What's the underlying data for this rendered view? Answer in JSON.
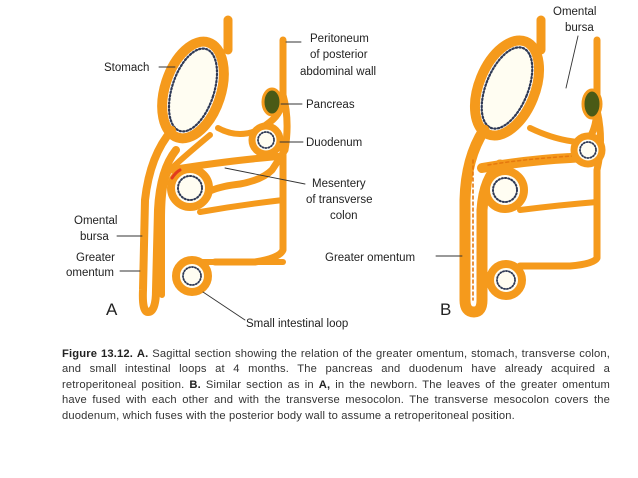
{
  "labels_a": {
    "stomach": "Stomach",
    "peritoneum_1": "Peritoneum",
    "peritoneum_2": "of posterior",
    "peritoneum_3": "abdominal wall",
    "pancreas": "Pancreas",
    "duodenum": "Duodenum",
    "mesentery_1": "Mesentery",
    "mesentery_2": "of transverse",
    "mesentery_3": "colon",
    "omental_bursa_1": "Omental",
    "omental_bursa_2": "bursa",
    "greater_omentum_1": "Greater",
    "greater_omentum_2": "omentum",
    "small_intestinal_loop": "Small intestinal loop",
    "panel": "A"
  },
  "labels_b": {
    "omental_bursa_1": "Omental",
    "omental_bursa_2": "bursa",
    "greater_omentum": "Greater omentum",
    "panel": "B"
  },
  "caption": {
    "figure_label": "Figure 13.12.",
    "a_label": "A.",
    "a_text": "Sagittal section showing the relation of the greater omentum, stomach, transverse colon, and small intestinal loops at 4 months. The pancreas and duodenum have already acquired a retroperitoneal position.",
    "b_label": "B.",
    "b_text": "Similar section as in",
    "b_ref": "A,",
    "b_text2": "in the newborn. The leaves of the greater omentum have fused with each other and with the transverse mesocolon. The transverse mesocolon covers the duodenum, which fuses with the posterior body wall to assume a retroperitoneal position."
  },
  "colors": {
    "membrane": "#f59a1c",
    "membrane_dark": "#e5780e",
    "pancreas": "#4a5a16",
    "lumen": "#fffdf2",
    "dots": "#2f3a56"
  }
}
